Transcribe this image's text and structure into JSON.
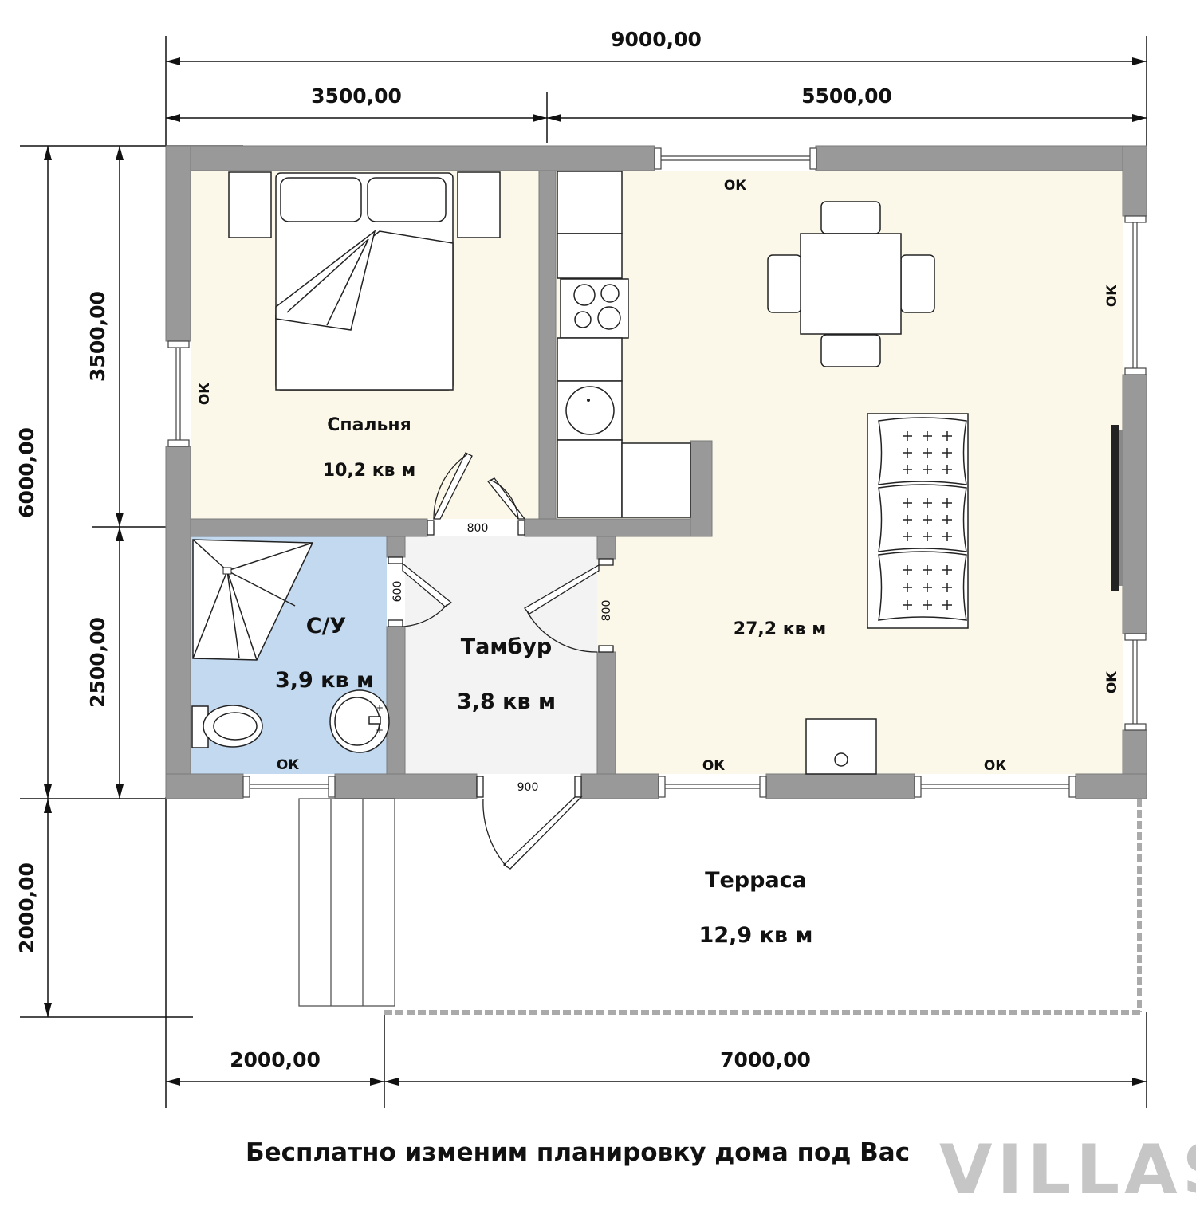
{
  "dimensions": {
    "top_total": "9000,00",
    "top_left": "3500,00",
    "top_right": "5500,00",
    "left_total": "6000,00",
    "left_upper": "3500,00",
    "left_lower": "2500,00",
    "left_terrace": "2000,00",
    "bottom_left": "2000,00",
    "bottom_right": "7000,00"
  },
  "rooms": {
    "bedroom": {
      "name": "Спальня",
      "area": "10,2 кв м"
    },
    "bathroom": {
      "name": "С/У",
      "area": "3,9 кв м"
    },
    "vestibule": {
      "name": "Тамбур",
      "area": "3,8 кв м"
    },
    "living": {
      "area": "27,2 кв м"
    },
    "terrace": {
      "name": "Терраса",
      "area": "12,9 кв м"
    }
  },
  "doors": {
    "bedroom_door": "800",
    "bathroom_door": "600",
    "living_door": "800",
    "entrance_door": "900"
  },
  "window_label": "ОК",
  "footer": {
    "text": "Бесплатно изменим планировку дома под Вас"
  },
  "brand": {
    "logo": "VILLAS"
  },
  "colors": {
    "wall": "#999999",
    "floor": "#fbf8ea",
    "bathroom": "#c2d9f0",
    "vestibule": "#f3f3f3"
  }
}
